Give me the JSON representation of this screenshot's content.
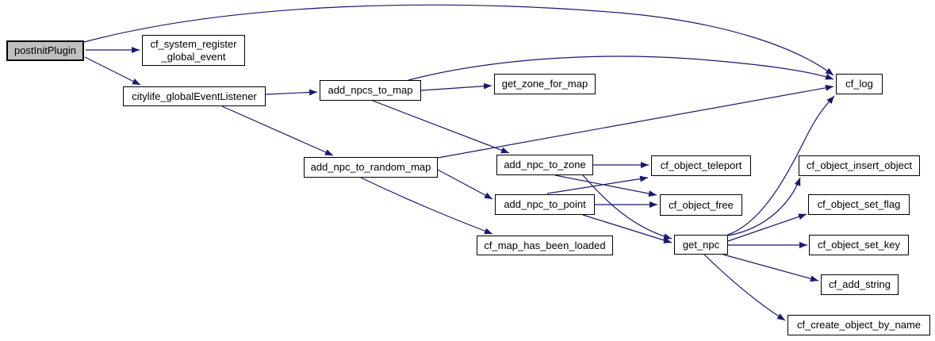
{
  "diagram": {
    "type": "function-call-graph",
    "colors": {
      "edge": "#191970",
      "node_border": "#000000",
      "node_fill": "#ffffff",
      "highlight_fill": "#bfbfbf",
      "text": "#000000",
      "background": "#ffffff"
    },
    "nodes": [
      {
        "id": "postInitPlugin",
        "label": "postInitPlugin",
        "highlighted": true
      },
      {
        "id": "cf_system_register_global_event",
        "label": "cf_system_register _global_event",
        "highlighted": false
      },
      {
        "id": "citylife_globalEventListener",
        "label": "citylife_globalEventListener",
        "highlighted": false
      },
      {
        "id": "add_npcs_to_map",
        "label": "add_npcs_to_map",
        "highlighted": false
      },
      {
        "id": "get_zone_for_map",
        "label": "get_zone_for_map",
        "highlighted": false
      },
      {
        "id": "add_npc_to_random_map",
        "label": "add_npc_to_random_map",
        "highlighted": false
      },
      {
        "id": "add_npc_to_zone",
        "label": "add_npc_to_zone",
        "highlighted": false
      },
      {
        "id": "add_npc_to_point",
        "label": "add_npc_to_point",
        "highlighted": false
      },
      {
        "id": "cf_map_has_been_loaded",
        "label": "cf_map_has_been_loaded",
        "highlighted": false
      },
      {
        "id": "get_npc",
        "label": "get_npc",
        "highlighted": false
      },
      {
        "id": "cf_log",
        "label": "cf_log",
        "highlighted": false
      },
      {
        "id": "cf_object_teleport",
        "label": "cf_object_teleport",
        "highlighted": false
      },
      {
        "id": "cf_object_free",
        "label": "cf_object_free",
        "highlighted": false
      },
      {
        "id": "cf_object_insert_object",
        "label": "cf_object_insert_object",
        "highlighted": false
      },
      {
        "id": "cf_object_set_flag",
        "label": "cf_object_set_flag",
        "highlighted": false
      },
      {
        "id": "cf_object_set_key",
        "label": "cf_object_set_key",
        "highlighted": false
      },
      {
        "id": "cf_add_string",
        "label": "cf_add_string",
        "highlighted": false
      },
      {
        "id": "cf_create_object_by_name",
        "label": "cf_create_object_by_name",
        "highlighted": false
      }
    ],
    "edges": [
      {
        "from": "postInitPlugin",
        "to": "cf_log"
      },
      {
        "from": "postInitPlugin",
        "to": "cf_system_register_global_event"
      },
      {
        "from": "postInitPlugin",
        "to": "citylife_globalEventListener"
      },
      {
        "from": "citylife_globalEventListener",
        "to": "add_npcs_to_map"
      },
      {
        "from": "citylife_globalEventListener",
        "to": "add_npc_to_random_map"
      },
      {
        "from": "add_npcs_to_map",
        "to": "get_zone_for_map"
      },
      {
        "from": "add_npcs_to_map",
        "to": "cf_log"
      },
      {
        "from": "add_npcs_to_map",
        "to": "add_npc_to_zone"
      },
      {
        "from": "add_npc_to_random_map",
        "to": "cf_log"
      },
      {
        "from": "add_npc_to_random_map",
        "to": "add_npc_to_point"
      },
      {
        "from": "add_npc_to_random_map",
        "to": "cf_map_has_been_loaded"
      },
      {
        "from": "add_npc_to_zone",
        "to": "cf_object_teleport"
      },
      {
        "from": "add_npc_to_zone",
        "to": "cf_object_free"
      },
      {
        "from": "add_npc_to_zone",
        "to": "get_npc"
      },
      {
        "from": "add_npc_to_point",
        "to": "cf_object_teleport"
      },
      {
        "from": "add_npc_to_point",
        "to": "cf_object_free"
      },
      {
        "from": "add_npc_to_point",
        "to": "get_npc"
      },
      {
        "from": "get_npc",
        "to": "cf_log"
      },
      {
        "from": "get_npc",
        "to": "cf_object_insert_object"
      },
      {
        "from": "get_npc",
        "to": "cf_object_set_flag"
      },
      {
        "from": "get_npc",
        "to": "cf_object_set_key"
      },
      {
        "from": "get_npc",
        "to": "cf_add_string"
      },
      {
        "from": "get_npc",
        "to": "cf_create_object_by_name"
      }
    ]
  }
}
